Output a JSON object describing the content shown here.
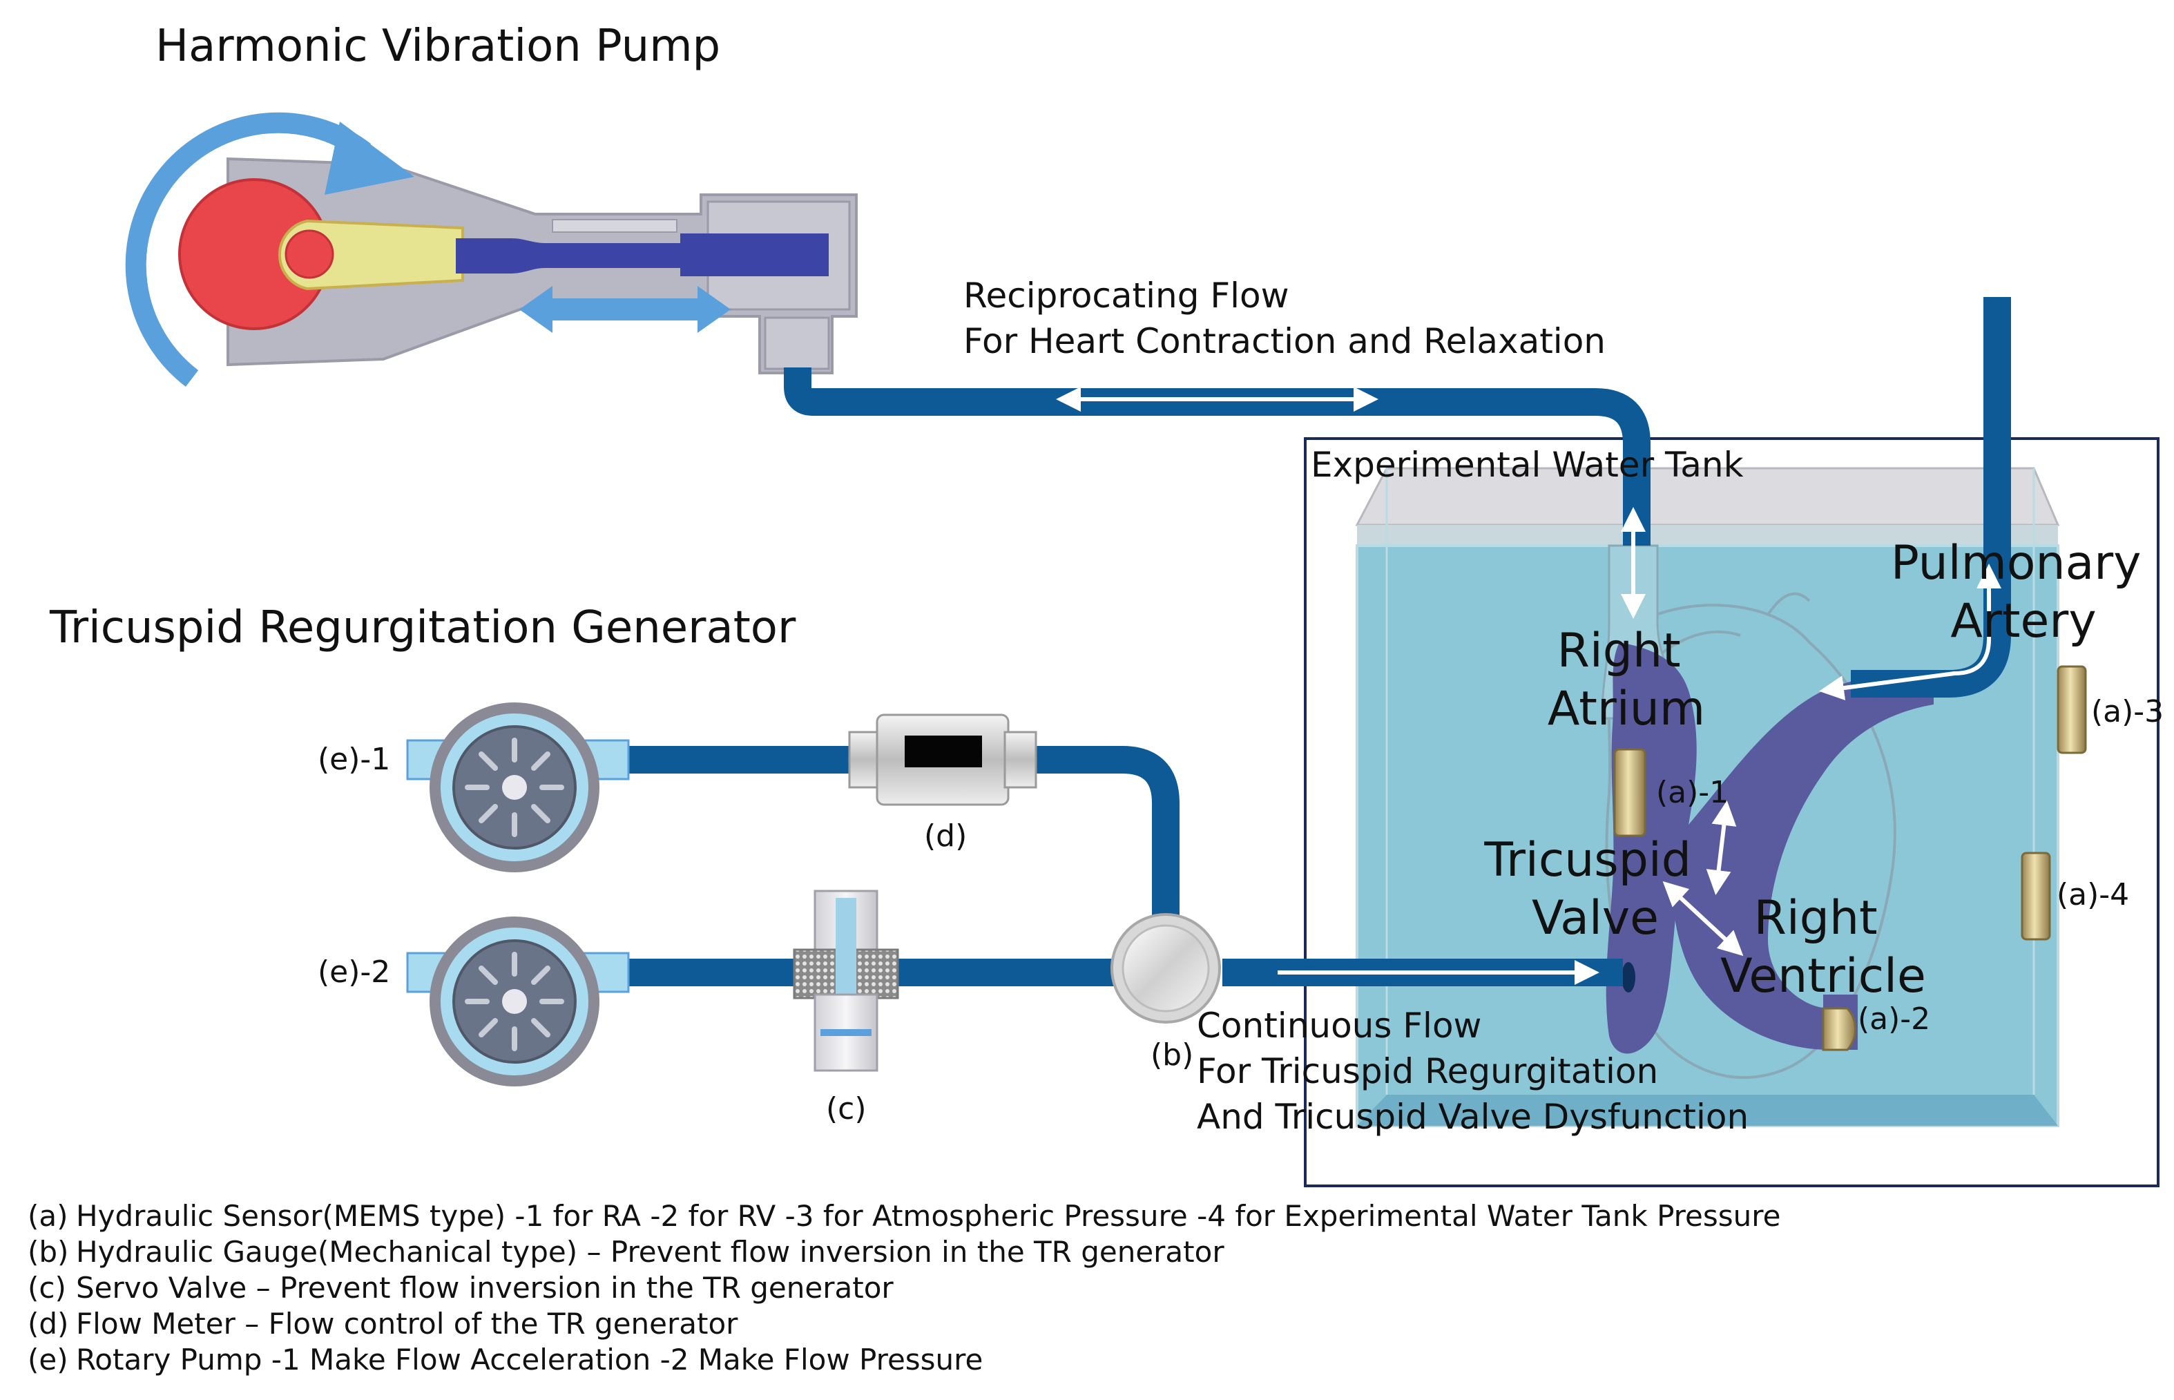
{
  "titles": {
    "pump": "Harmonic Vibration Pump",
    "generator": "Tricuspid Regurgitation Generator"
  },
  "flows": {
    "reciprocating": [
      "Reciprocating Flow",
      "For Heart Contraction and Relaxation"
    ],
    "continuous": [
      "Continuous Flow",
      "For Tricuspid Regurgitation",
      "And Tricuspid Valve Dysfunction"
    ]
  },
  "tank": {
    "label": "Experimental Water Tank"
  },
  "anatomy": {
    "right_atrium": [
      "Right",
      "Atrium"
    ],
    "pulmonary_artery": [
      "Pulmonary",
      "Artery"
    ],
    "tricuspid_valve": [
      "Tricuspid",
      "Valve"
    ],
    "right_ventricle": [
      "Right",
      "Ventricle"
    ]
  },
  "tags": {
    "a1": "(a)-1",
    "a2": "(a)-2",
    "a3": "(a)-3",
    "a4": "(a)-4",
    "b": "(b)",
    "c": "(c)",
    "d": "(d)",
    "e1": "(e)-1",
    "e2": "(e)-2"
  },
  "legend": [
    {
      "key": "(a)",
      "text": "Hydraulic Sensor(MEMS type) -1 for RA -2 for RV -3 for Atmospheric Pressure -4 for Experimental Water Tank Pressure"
    },
    {
      "key": "(b)",
      "text": "Hydraulic Gauge(Mechanical type) – Prevent flow inversion in the TR generator"
    },
    {
      "key": "(c)",
      "text": "Servo Valve – Prevent flow inversion in the TR generator"
    },
    {
      "key": "(d)",
      "text": "Flow Meter – Flow control of the TR generator"
    },
    {
      "key": "(e)",
      "text": "Rotary Pump -1 Make Flow Acceleration -2 Make Flow Pressure"
    }
  ],
  "colors": {
    "pipe": "#0d5a96",
    "water": "#8cc7d8",
    "heart": "#5a5a9e",
    "rotation_arrow": "#5aa0dc",
    "wheel": "#e8464b",
    "arm": "#e6e391",
    "piston": "#3c44a6",
    "housing": "#b8b8c4",
    "sensor": "#b9a46a"
  }
}
